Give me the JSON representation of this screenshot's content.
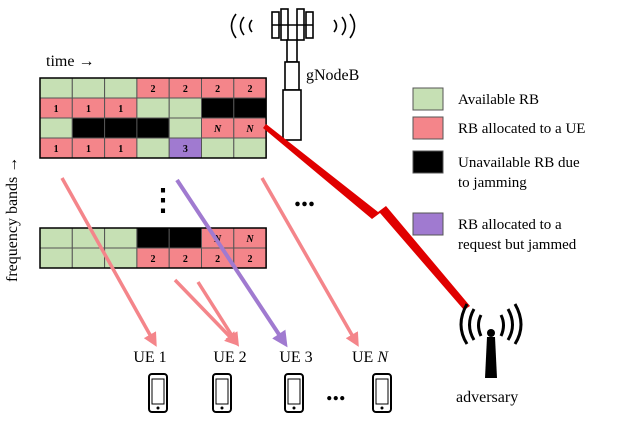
{
  "labels": {
    "time_axis": "time →",
    "frequency_axis": "frequency bands →",
    "gnodeb": "gNodeB",
    "adversary": "adversary"
  },
  "legend": [
    {
      "key": "available",
      "color": "#c6e0b4",
      "text": [
        "Available RB"
      ]
    },
    {
      "key": "allocated",
      "color": "#f4858a",
      "text": [
        "RB allocated to a UE"
      ]
    },
    {
      "key": "jammed",
      "color": "#000000",
      "text": [
        "Unavailable RB due",
        "to jamming"
      ]
    },
    {
      "key": "requested-jammed",
      "color": "#a07ad0",
      "text": [
        "RB allocated to a",
        "request but jammed"
      ]
    }
  ],
  "colors": {
    "G": "#c6e0b4",
    "R": "#f4858a",
    "B": "#000000",
    "P": "#a07ad0",
    "grid_line": "#555555",
    "arrow_ue": "#f4858a",
    "arrow_jammed": "#a07ad0",
    "lightning": "#e00000"
  },
  "grid_top": {
    "rows": [
      [
        [
          "G",
          ""
        ],
        [
          "G",
          ""
        ],
        [
          "G",
          ""
        ],
        [
          "R",
          "2"
        ],
        [
          "R",
          "2"
        ],
        [
          "R",
          "2"
        ],
        [
          "R",
          "2"
        ]
      ],
      [
        [
          "R",
          "1"
        ],
        [
          "R",
          "1"
        ],
        [
          "R",
          "1"
        ],
        [
          "G",
          ""
        ],
        [
          "G",
          ""
        ],
        [
          "B",
          ""
        ],
        [
          "B",
          ""
        ]
      ],
      [
        [
          "G",
          ""
        ],
        [
          "B",
          ""
        ],
        [
          "B",
          ""
        ],
        [
          "B",
          ""
        ],
        [
          "G",
          ""
        ],
        [
          "R",
          "N"
        ],
        [
          "R",
          "N"
        ]
      ],
      [
        [
          "R",
          "1"
        ],
        [
          "R",
          "1"
        ],
        [
          "R",
          "1"
        ],
        [
          "G",
          ""
        ],
        [
          "P",
          "3"
        ],
        [
          "G",
          ""
        ],
        [
          "G",
          ""
        ]
      ]
    ]
  },
  "grid_bottom": {
    "rows": [
      [
        [
          "G",
          ""
        ],
        [
          "G",
          ""
        ],
        [
          "G",
          ""
        ],
        [
          "B",
          ""
        ],
        [
          "B",
          ""
        ],
        [
          "R",
          "N"
        ],
        [
          "R",
          "N"
        ]
      ],
      [
        [
          "G",
          ""
        ],
        [
          "G",
          ""
        ],
        [
          "G",
          ""
        ],
        [
          "R",
          "2"
        ],
        [
          "R",
          "2"
        ],
        [
          "R",
          "2"
        ],
        [
          "R",
          "2"
        ]
      ]
    ]
  },
  "ues": [
    {
      "label": "UE 1",
      "arrow": "arrow_ue"
    },
    {
      "label": "UE 2",
      "arrow": "arrow_ue"
    },
    {
      "label": "UE 3",
      "arrow": "arrow_jammed"
    },
    {
      "label_prefix": "UE ",
      "label_italic": "N",
      "arrow": "arrow_ue"
    }
  ],
  "ellipsis": "⋮",
  "hellipsis": "..."
}
